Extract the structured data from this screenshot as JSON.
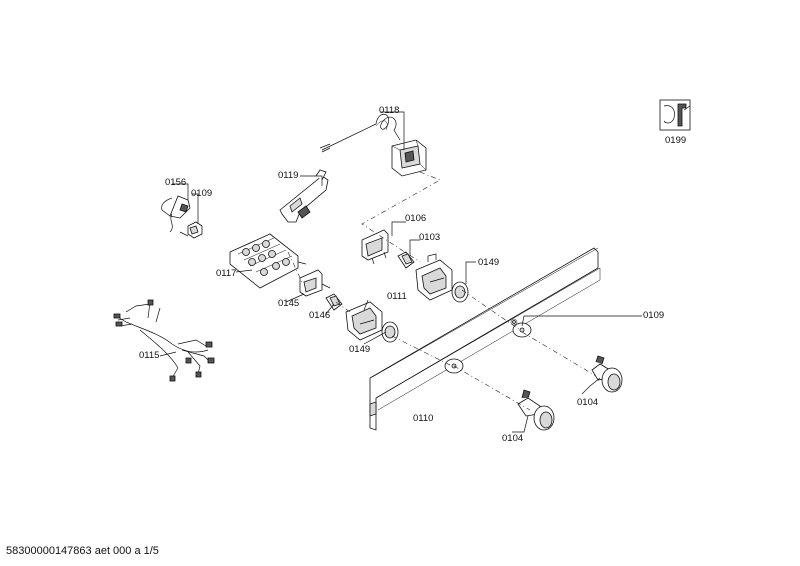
{
  "labels": {
    "p0118": "0118",
    "p0199": "0199",
    "p0119": "0119",
    "p0156": "0156",
    "p0109a": "0109",
    "p0106": "0106",
    "p0103": "0103",
    "p0149a": "0149",
    "p0117": "0117",
    "p0145": "0145",
    "p0111": "0111",
    "p0146": "0146",
    "p0109b": "0109",
    "p0115": "0115",
    "p0149b": "0149",
    "p0104a": "0104",
    "p0110": "0110",
    "p0104b": "0104"
  },
  "footer": {
    "document_ref": "58300000147863 aet 000 a 1/5"
  },
  "icons": {
    "service": "wrench-icon"
  }
}
